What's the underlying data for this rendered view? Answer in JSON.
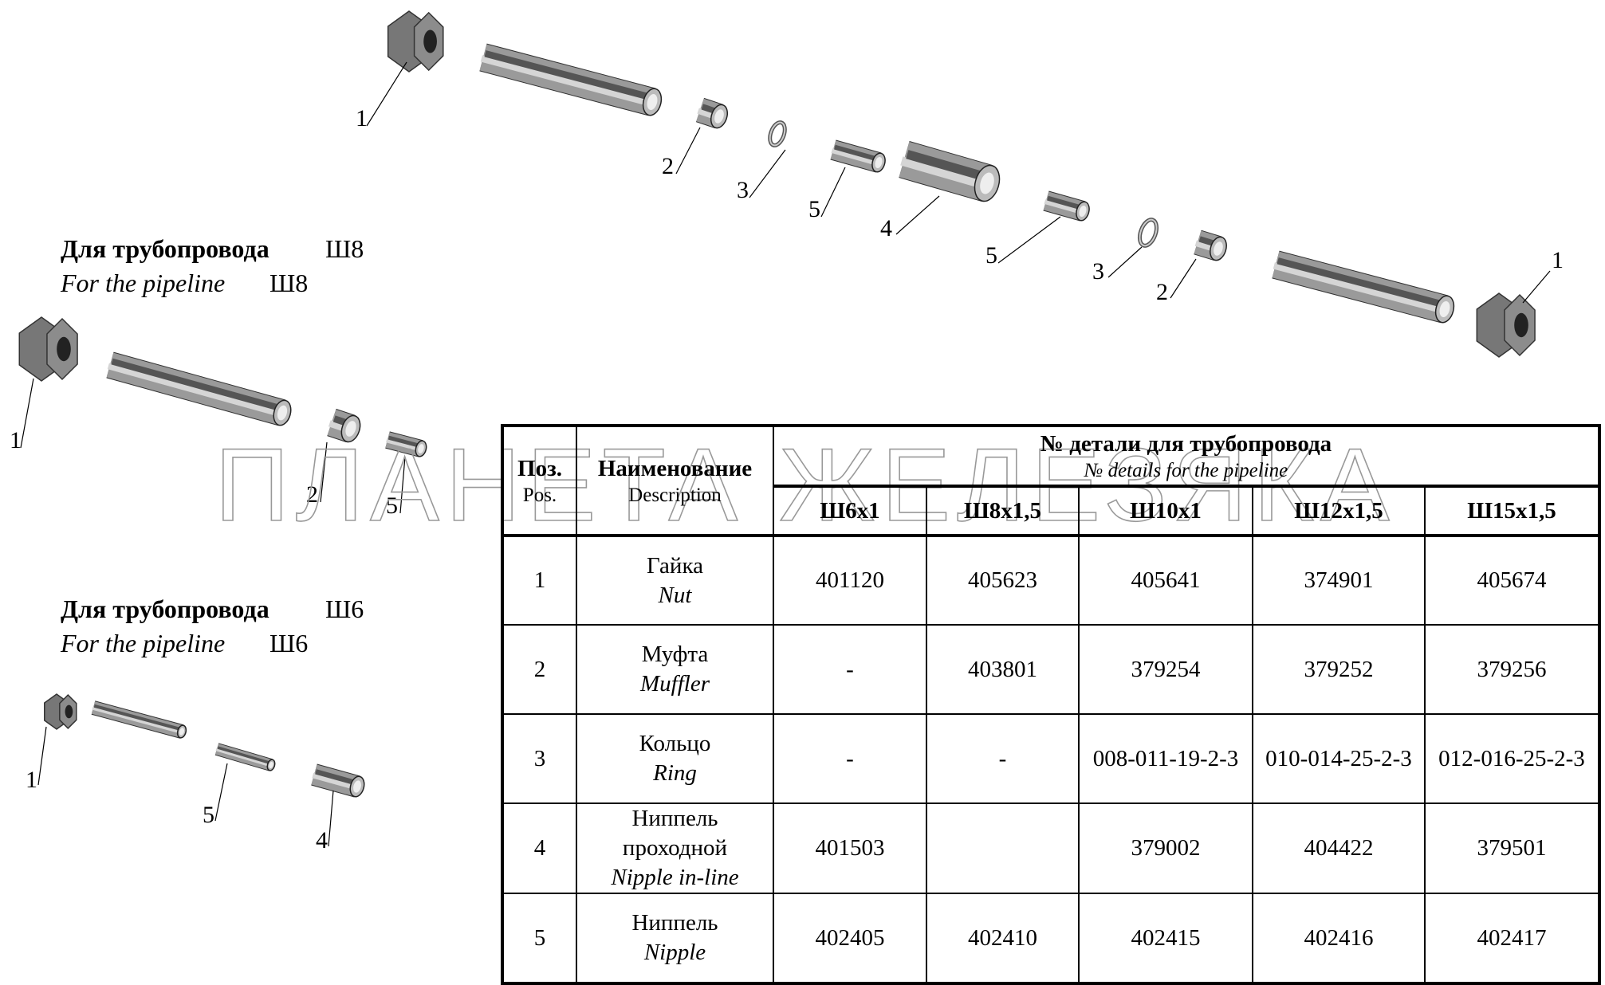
{
  "watermark": "ПЛАНЕТА ЖЕЛЕЗЯКА",
  "headings": {
    "d8_ru": "Для трубопровода",
    "d8_size": "Ш8",
    "d8_en": "For the pipeline",
    "d6_ru": "Для трубопровода",
    "d6_size": "Ш6",
    "d6_en": "For the pipeline"
  },
  "callouts": {
    "main": [
      "1",
      "2",
      "3",
      "5",
      "4",
      "5",
      "3",
      "2",
      "1"
    ],
    "d8": [
      "1",
      "2",
      "5"
    ],
    "d6": [
      "1",
      "5",
      "4"
    ]
  },
  "table": {
    "pos_ru": "Поз.",
    "pos_en": "Pos.",
    "name_ru": "Наименование",
    "name_en": "Description",
    "group_ru": "№ детали для трубопровода",
    "group_en": "№ details for the pipeline",
    "sizes": [
      "Ш6х1",
      "Ш8х1,5",
      "Ш10х1",
      "Ш12х1,5",
      "Ш15х1,5"
    ],
    "rows": [
      {
        "pos": "1",
        "name_ru": "Гайка",
        "name_en": "Nut",
        "values": [
          "401120",
          "405623",
          "405641",
          "374901",
          "405674"
        ]
      },
      {
        "pos": "2",
        "name_ru": "Муфта",
        "name_en": "Muffler",
        "values": [
          "-",
          "403801",
          "379254",
          "379252",
          "379256"
        ]
      },
      {
        "pos": "3",
        "name_ru": "Кольцо",
        "name_en": "Ring",
        "values": [
          "-",
          "-",
          "008-011-19-2-3",
          "010-014-25-2-3",
          "012-016-25-2-3"
        ]
      },
      {
        "pos": "4",
        "name_ru": "Ниппель проходной",
        "name_ru_1": "Ниппель",
        "name_ru_2": "проходной",
        "name_en": "Nipple in-line",
        "values": [
          "401503",
          "",
          "379002",
          "404422",
          "379501"
        ]
      },
      {
        "pos": "5",
        "name_ru": "Ниппель",
        "name_en": "Nipple",
        "values": [
          "402405",
          "402410",
          "402415",
          "402416",
          "402417"
        ]
      }
    ]
  }
}
